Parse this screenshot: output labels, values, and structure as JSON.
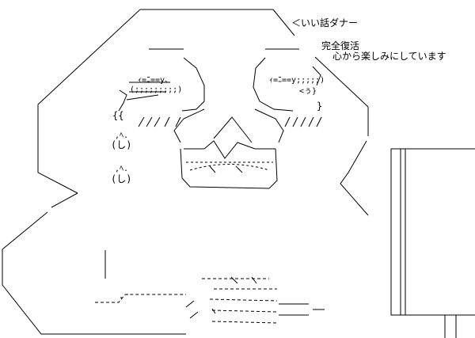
{
  "art": {
    "name": "ascii-art-face",
    "ink_color": "#000000",
    "background": "#ffffff"
  },
  "speech": {
    "bubble_text": "＜いい話ダナー"
  },
  "caption": {
    "line1": "完全復活",
    "line2": "心から楽しみにしています"
  }
}
